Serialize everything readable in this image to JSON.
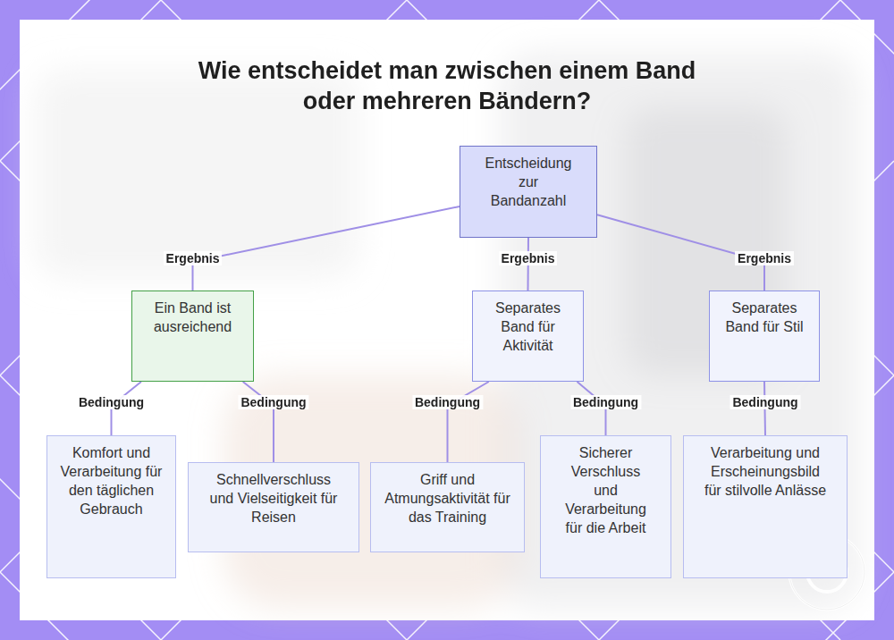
{
  "diagram": {
    "title": "Wie entscheidet man zwischen einem Band oder mehreren Bändern?",
    "nodes": [
      {
        "text": [
          "Entscheidung zur Bandanzahl"
        ]
      },
      {
        "text": [
          "Ein Band ist ausreichend"
        ]
      },
      {
        "text": [
          "Separates Band für Aktivität"
        ]
      },
      {
        "text": [
          "Separates Band für Stil"
        ]
      },
      {
        "text": [
          "Komfort und Verarbeitung für den täglichen Gebrauch"
        ]
      },
      {
        "text": [
          "Schnellverschluss und Vielseitigkeit für Reisen"
        ]
      },
      {
        "text": [
          "Griff und Atmungsaktivität für das Training"
        ]
      },
      {
        "text": [
          "Sicherer Verschluss und Verarbeitung für die Arbeit"
        ]
      },
      {
        "text": [
          "Verarbeitung und Erscheinungsbild für stilvolle Anlässe"
        ]
      }
    ],
    "edges": [
      {
        "from": 0,
        "to": 1,
        "label": "Ergebnis",
        "arrow": "none"
      },
      {
        "from": 0,
        "to": 2,
        "label": "Ergebnis",
        "arrow": "none"
      },
      {
        "from": 0,
        "to": 3,
        "label": "Ergebnis",
        "arrow": "none"
      },
      {
        "from": 1,
        "to": 4,
        "label": "Bedingung",
        "arrow": "none"
      },
      {
        "from": 1,
        "to": 5,
        "label": "Bedingung",
        "arrow": "none"
      },
      {
        "from": 2,
        "to": 6,
        "label": "Bedingung",
        "arrow": "none"
      },
      {
        "from": 2,
        "to": 7,
        "label": "Bedingung",
        "arrow": "none"
      },
      {
        "from": 3,
        "to": 8,
        "label": "Bedingung",
        "arrow": "none"
      }
    ]
  }
}
